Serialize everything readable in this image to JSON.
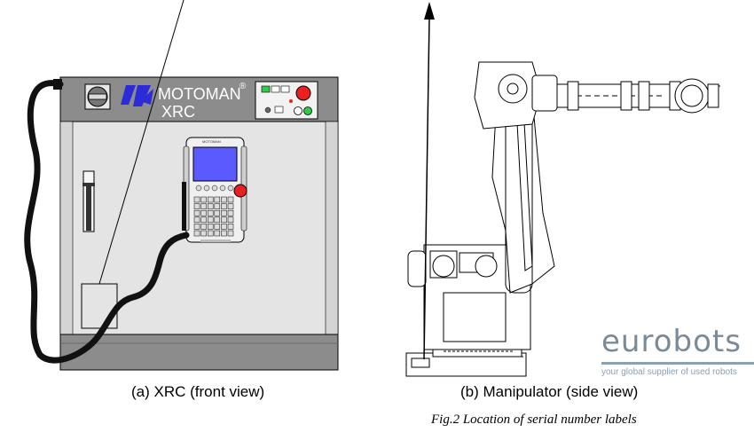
{
  "captions": {
    "xrc": "(a) XRC (front view)",
    "manipulator": "(b) Manipulator (side view)",
    "figure": "Fig.2  Location of serial number labels"
  },
  "cabinet": {
    "brand": "MOTOMAN",
    "reg": "®",
    "model": "XRC",
    "pendant_brand": "MOTOMAN"
  },
  "watermark": {
    "name": "eurobots",
    "tagline": "your global supplier of used robots"
  },
  "colors": {
    "cabinet_body": "#e4e4e4",
    "cabinet_band": "#8c8c8c",
    "screen": "#5a5aff",
    "estop": "#e82020",
    "indicator_green": "#2ecc40",
    "logo_blue": "#2b2bd8",
    "watermark": "#7a8a98"
  }
}
